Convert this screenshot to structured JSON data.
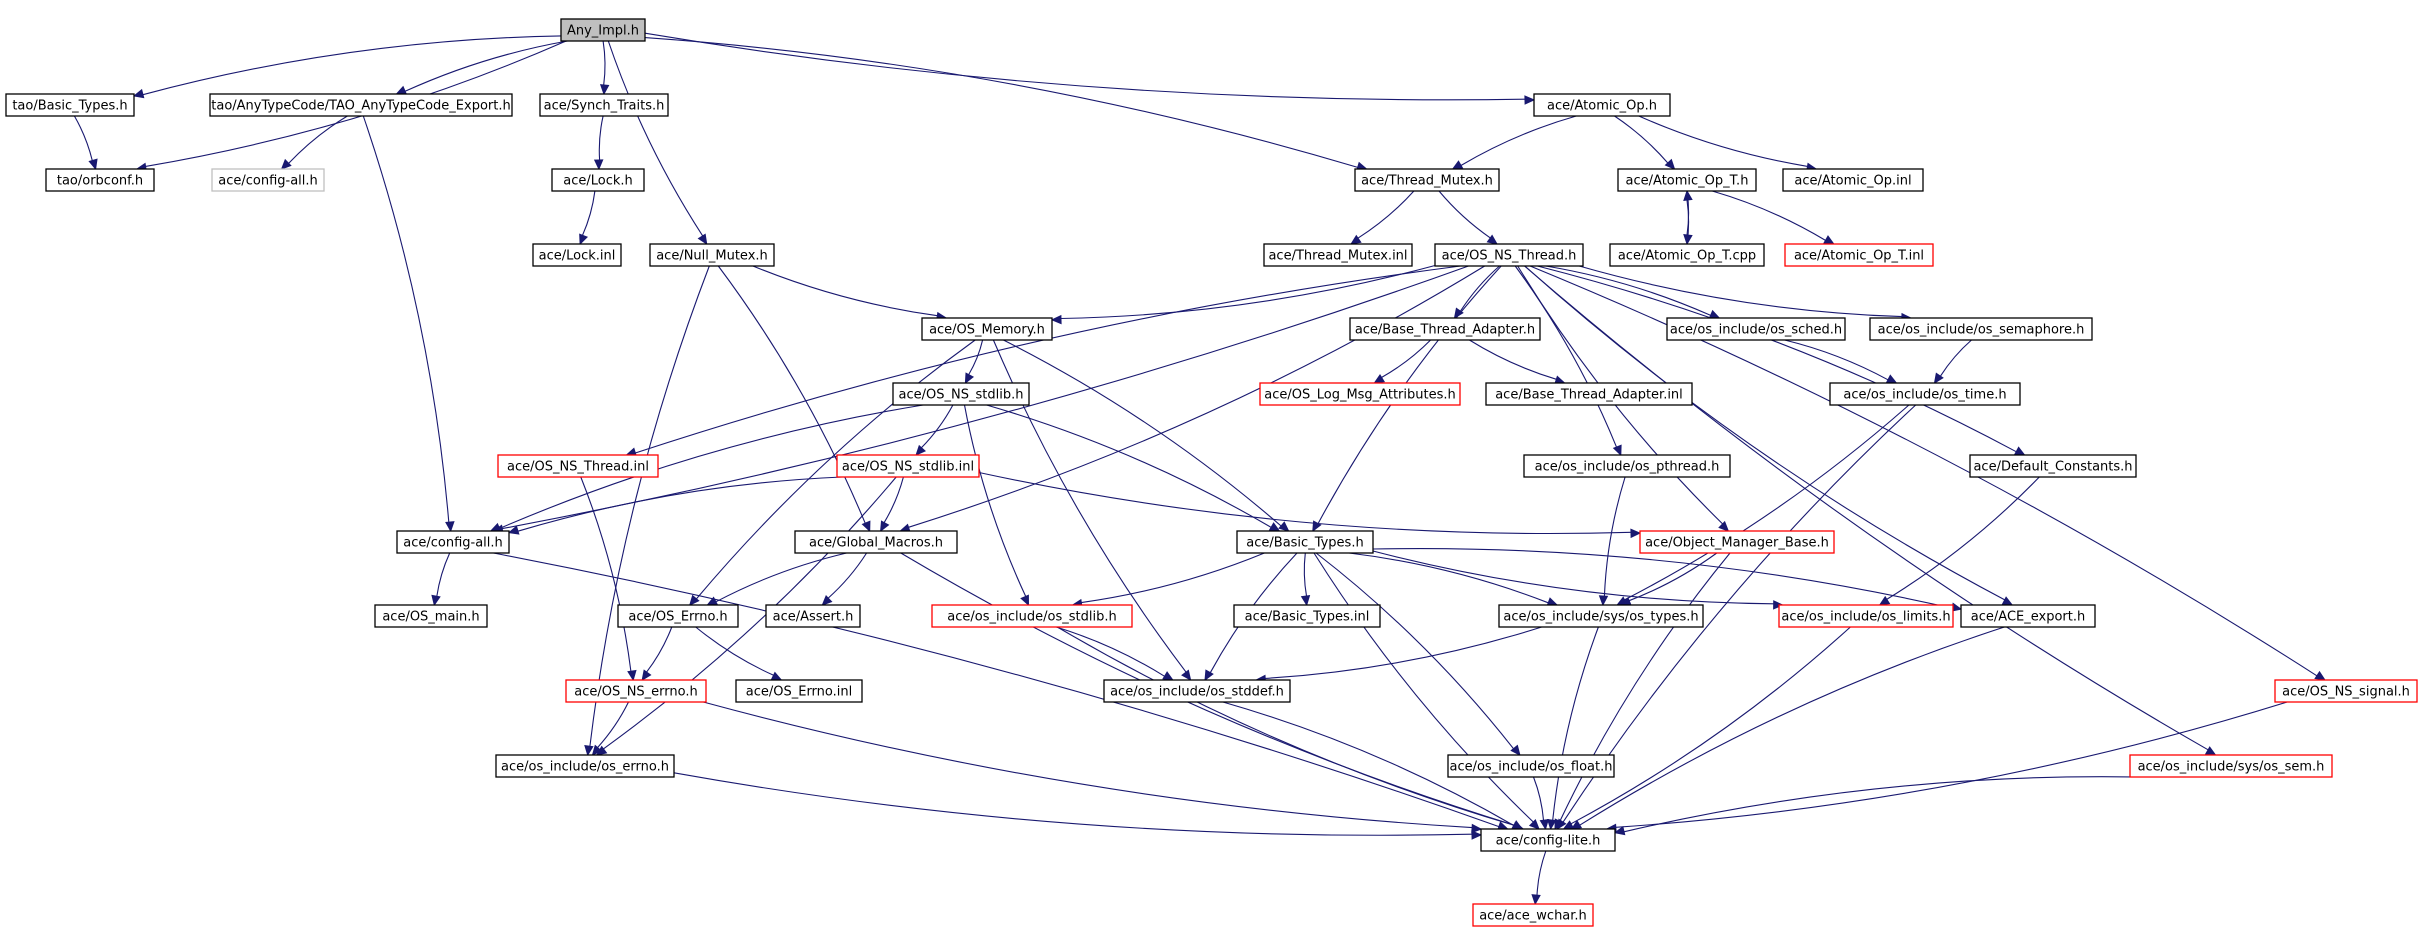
{
  "nodes": [
    {
      "id": "any_impl",
      "label": "Any_Impl.h",
      "style": "root"
    },
    {
      "id": "tao_basic_types",
      "label": "tao/Basic_Types.h",
      "style": "normal"
    },
    {
      "id": "tao_anytypecode_export",
      "label": "tao/AnyTypeCode/TAO_AnyTypeCode_Export.h",
      "style": "normal"
    },
    {
      "id": "synch_traits",
      "label": "ace/Synch_Traits.h",
      "style": "normal"
    },
    {
      "id": "atomic_op_h",
      "label": "ace/Atomic_Op.h",
      "style": "normal"
    },
    {
      "id": "tao_orbconf",
      "label": "tao/orbconf.h",
      "style": "normal"
    },
    {
      "id": "config_all_gray",
      "label": "ace/config-all.h",
      "style": "gray"
    },
    {
      "id": "lock_h",
      "label": "ace/Lock.h",
      "style": "normal"
    },
    {
      "id": "thread_mutex_h",
      "label": "ace/Thread_Mutex.h",
      "style": "normal"
    },
    {
      "id": "atomic_op_t_h",
      "label": "ace/Atomic_Op_T.h",
      "style": "normal"
    },
    {
      "id": "atomic_op_inl",
      "label": "ace/Atomic_Op.inl",
      "style": "normal"
    },
    {
      "id": "lock_inl",
      "label": "ace/Lock.inl",
      "style": "normal"
    },
    {
      "id": "null_mutex",
      "label": "ace/Null_Mutex.h",
      "style": "normal"
    },
    {
      "id": "thread_mutex_inl",
      "label": "ace/Thread_Mutex.inl",
      "style": "normal"
    },
    {
      "id": "os_ns_thread_h",
      "label": "ace/OS_NS_Thread.h",
      "style": "normal"
    },
    {
      "id": "atomic_op_t_cpp",
      "label": "ace/Atomic_Op_T.cpp",
      "style": "normal"
    },
    {
      "id": "atomic_op_t_inl",
      "label": "ace/Atomic_Op_T.inl",
      "style": "red"
    },
    {
      "id": "os_memory",
      "label": "ace/OS_Memory.h",
      "style": "normal"
    },
    {
      "id": "base_thread_adapter_h",
      "label": "ace/Base_Thread_Adapter.h",
      "style": "normal"
    },
    {
      "id": "os_sched",
      "label": "ace/os_include/os_sched.h",
      "style": "normal"
    },
    {
      "id": "os_semaphore",
      "label": "ace/os_include/os_semaphore.h",
      "style": "normal"
    },
    {
      "id": "os_ns_stdlib_h",
      "label": "ace/OS_NS_stdlib.h",
      "style": "normal"
    },
    {
      "id": "os_log_msg_attr",
      "label": "ace/OS_Log_Msg_Attributes.h",
      "style": "red"
    },
    {
      "id": "base_thread_adapter_inl",
      "label": "ace/Base_Thread_Adapter.inl",
      "style": "normal"
    },
    {
      "id": "os_time",
      "label": "ace/os_include/os_time.h",
      "style": "normal"
    },
    {
      "id": "os_ns_thread_inl",
      "label": "ace/OS_NS_Thread.inl",
      "style": "red"
    },
    {
      "id": "os_ns_stdlib_inl",
      "label": "ace/OS_NS_stdlib.inl",
      "style": "red"
    },
    {
      "id": "os_pthread",
      "label": "ace/os_include/os_pthread.h",
      "style": "normal"
    },
    {
      "id": "default_constants",
      "label": "ace/Default_Constants.h",
      "style": "normal"
    },
    {
      "id": "config_all",
      "label": "ace/config-all.h",
      "style": "normal"
    },
    {
      "id": "global_macros",
      "label": "ace/Global_Macros.h",
      "style": "normal"
    },
    {
      "id": "ace_basic_types_h",
      "label": "ace/Basic_Types.h",
      "style": "normal"
    },
    {
      "id": "object_manager_base",
      "label": "ace/Object_Manager_Base.h",
      "style": "red"
    },
    {
      "id": "os_main",
      "label": "ace/OS_main.h",
      "style": "normal"
    },
    {
      "id": "os_errno_h",
      "label": "ace/OS_Errno.h",
      "style": "normal"
    },
    {
      "id": "assert_h",
      "label": "ace/Assert.h",
      "style": "normal"
    },
    {
      "id": "os_stdlib",
      "label": "ace/os_include/os_stdlib.h",
      "style": "red"
    },
    {
      "id": "basic_types_inl",
      "label": "ace/Basic_Types.inl",
      "style": "normal"
    },
    {
      "id": "sys_os_types",
      "label": "ace/os_include/sys/os_types.h",
      "style": "normal"
    },
    {
      "id": "os_limits",
      "label": "ace/os_include/os_limits.h",
      "style": "red"
    },
    {
      "id": "ace_export",
      "label": "ace/ACE_export.h",
      "style": "normal"
    },
    {
      "id": "os_ns_errno_h",
      "label": "ace/OS_NS_errno.h",
      "style": "red"
    },
    {
      "id": "os_errno_inl",
      "label": "ace/OS_Errno.inl",
      "style": "normal"
    },
    {
      "id": "os_stddef",
      "label": "ace/os_include/os_stddef.h",
      "style": "normal"
    },
    {
      "id": "os_ns_signal",
      "label": "ace/OS_NS_signal.h",
      "style": "red"
    },
    {
      "id": "os_include_errno",
      "label": "ace/os_include/os_errno.h",
      "style": "normal"
    },
    {
      "id": "os_float",
      "label": "ace/os_include/os_float.h",
      "style": "normal"
    },
    {
      "id": "sys_os_sem",
      "label": "ace/os_include/sys/os_sem.h",
      "style": "red"
    },
    {
      "id": "config_lite",
      "label": "ace/config-lite.h",
      "style": "normal"
    },
    {
      "id": "ace_wchar",
      "label": "ace/ace_wchar.h",
      "style": "red"
    }
  ],
  "edges": [
    [
      "any_impl",
      "tao_basic_types"
    ],
    [
      "any_impl",
      "tao_orbconf"
    ],
    [
      "any_impl",
      "tao_anytypecode_export"
    ],
    [
      "any_impl",
      "synch_traits"
    ],
    [
      "any_impl",
      "null_mutex"
    ],
    [
      "any_impl",
      "thread_mutex_h"
    ],
    [
      "any_impl",
      "atomic_op_h"
    ],
    [
      "tao_basic_types",
      "tao_orbconf"
    ],
    [
      "tao_anytypecode_export",
      "config_all_gray"
    ],
    [
      "tao_anytypecode_export",
      "config_all"
    ],
    [
      "synch_traits",
      "lock_h"
    ],
    [
      "lock_h",
      "lock_inl"
    ],
    [
      "atomic_op_h",
      "thread_mutex_h"
    ],
    [
      "atomic_op_h",
      "atomic_op_t_h"
    ],
    [
      "atomic_op_h",
      "atomic_op_inl"
    ],
    [
      "thread_mutex_h",
      "thread_mutex_inl"
    ],
    [
      "thread_mutex_h",
      "os_ns_thread_h"
    ],
    [
      "atomic_op_t_h",
      "atomic_op_t_cpp"
    ],
    [
      "atomic_op_t_cpp",
      "atomic_op_t_h"
    ],
    [
      "atomic_op_t_h",
      "atomic_op_t_inl"
    ],
    [
      "null_mutex",
      "os_memory"
    ],
    [
      "null_mutex",
      "global_macros"
    ],
    [
      "null_mutex",
      "os_include_errno"
    ],
    [
      "os_ns_thread_h",
      "os_memory"
    ],
    [
      "os_ns_thread_h",
      "base_thread_adapter_h"
    ],
    [
      "os_ns_thread_h",
      "os_sched"
    ],
    [
      "os_ns_thread_h",
      "os_semaphore"
    ],
    [
      "os_ns_thread_h",
      "config_all"
    ],
    [
      "os_ns_thread_h",
      "os_ns_thread_inl"
    ],
    [
      "os_ns_thread_h",
      "global_macros"
    ],
    [
      "os_ns_thread_h",
      "ace_basic_types_h"
    ],
    [
      "os_ns_thread_h",
      "os_pthread"
    ],
    [
      "os_ns_thread_h",
      "object_manager_base"
    ],
    [
      "os_ns_thread_h",
      "default_constants"
    ],
    [
      "os_ns_thread_h",
      "ace_export"
    ],
    [
      "os_ns_thread_h",
      "os_ns_signal"
    ],
    [
      "os_ns_thread_h",
      "sys_os_sem"
    ],
    [
      "os_memory",
      "os_ns_stdlib_h"
    ],
    [
      "os_memory",
      "os_errno_h"
    ],
    [
      "os_memory",
      "ace_basic_types_h"
    ],
    [
      "os_memory",
      "os_stddef"
    ],
    [
      "base_thread_adapter_h",
      "os_log_msg_attr"
    ],
    [
      "base_thread_adapter_h",
      "base_thread_adapter_inl"
    ],
    [
      "os_sched",
      "os_time"
    ],
    [
      "os_semaphore",
      "os_time"
    ],
    [
      "os_ns_stdlib_h",
      "os_ns_stdlib_inl"
    ],
    [
      "os_ns_stdlib_h",
      "config_all"
    ],
    [
      "os_ns_stdlib_h",
      "ace_basic_types_h"
    ],
    [
      "os_ns_stdlib_h",
      "os_stdlib"
    ],
    [
      "os_time",
      "sys_os_types"
    ],
    [
      "os_time",
      "config_lite"
    ],
    [
      "os_ns_thread_inl",
      "os_ns_errno_h"
    ],
    [
      "os_ns_stdlib_inl",
      "config_all"
    ],
    [
      "os_ns_stdlib_inl",
      "global_macros"
    ],
    [
      "os_ns_stdlib_inl",
      "object_manager_base"
    ],
    [
      "os_ns_stdlib_inl",
      "os_include_errno"
    ],
    [
      "os_pthread",
      "sys_os_types"
    ],
    [
      "default_constants",
      "os_limits"
    ],
    [
      "config_all",
      "os_main"
    ],
    [
      "config_all",
      "config_lite"
    ],
    [
      "global_macros",
      "os_errno_h"
    ],
    [
      "global_macros",
      "assert_h"
    ],
    [
      "global_macros",
      "config_lite"
    ],
    [
      "ace_basic_types_h",
      "os_stdlib"
    ],
    [
      "ace_basic_types_h",
      "basic_types_inl"
    ],
    [
      "ace_basic_types_h",
      "sys_os_types"
    ],
    [
      "ace_basic_types_h",
      "os_limits"
    ],
    [
      "ace_basic_types_h",
      "ace_export"
    ],
    [
      "ace_basic_types_h",
      "os_stddef"
    ],
    [
      "ace_basic_types_h",
      "os_float"
    ],
    [
      "ace_basic_types_h",
      "config_lite"
    ],
    [
      "object_manager_base",
      "sys_os_types"
    ],
    [
      "object_manager_base",
      "config_lite"
    ],
    [
      "os_errno_h",
      "os_ns_errno_h"
    ],
    [
      "os_errno_h",
      "os_errno_inl"
    ],
    [
      "os_stdlib",
      "os_stddef"
    ],
    [
      "os_stdlib",
      "config_lite"
    ],
    [
      "sys_os_types",
      "os_stddef"
    ],
    [
      "sys_os_types",
      "config_lite"
    ],
    [
      "os_limits",
      "config_lite"
    ],
    [
      "ace_export",
      "config_lite"
    ],
    [
      "os_ns_errno_h",
      "os_include_errno"
    ],
    [
      "os_ns_errno_h",
      "config_lite"
    ],
    [
      "os_stddef",
      "config_lite"
    ],
    [
      "os_include_errno",
      "config_lite"
    ],
    [
      "os_float",
      "config_lite"
    ],
    [
      "sys_os_sem",
      "config_lite"
    ],
    [
      "os_ns_signal",
      "config_lite"
    ],
    [
      "config_lite",
      "ace_wchar"
    ]
  ],
  "colors": {
    "edge": "#191970",
    "node_border": "#000000",
    "missing_border": "#ff0000",
    "external_border": "#bfbfbf",
    "root_fill": "#bfbfbf"
  }
}
